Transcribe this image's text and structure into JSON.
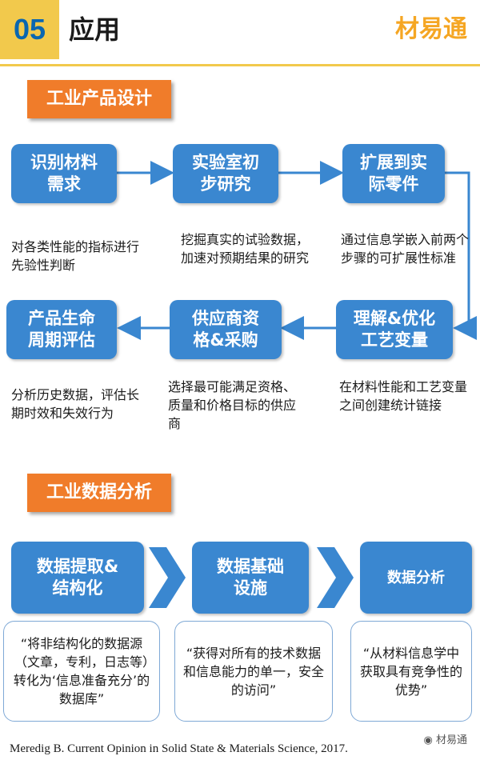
{
  "header": {
    "number": "05",
    "title": "应用",
    "brand": "材易通"
  },
  "sections": {
    "product_design": "工业产品设计",
    "data_analysis": "工业数据分析"
  },
  "steps": [
    {
      "line1": "识别材料",
      "line2": "需求",
      "desc": "对各类性能的指标进行先验性判断"
    },
    {
      "line1": "实验室初",
      "line2": "步研究",
      "desc": "挖掘真实的试验数据，加速对预期结果的研究"
    },
    {
      "line1": "扩展到实",
      "line2": "际零件",
      "desc": "通过信息学嵌入前两个步骤的可扩展性标准"
    },
    {
      "line1": "理解&优化",
      "line2": "工艺变量",
      "desc": "在材料性能和工艺变量之间创建统计链接"
    },
    {
      "line1": "供应商资",
      "line2": "格&采购",
      "desc": "选择最可能满足资格、质量和价格目标的供应商"
    },
    {
      "line1": "产品生命",
      "line2": "周期评估",
      "desc": "分析历史数据，评估长期时效和失效行为"
    }
  ],
  "pipeline": [
    {
      "line1": "数据提取&",
      "line2": "结构化",
      "quote": "“将非结构化的数据源（文章，专利，日志等）转化为‘信息准备充分’的数据库”"
    },
    {
      "line1": "数据基础",
      "line2": "设施",
      "quote": "“获得对所有的技术数据和信息能力的单一，安全的访问”"
    },
    {
      "line1": "数据分析",
      "line2": "",
      "quote": "“从材料信息学中获取具有竞争性的优势”"
    }
  ],
  "citation": "Meredig B. Current Opinion in Solid State & Materials Science, 2017.",
  "watermark": "材易通",
  "colors": {
    "accent_yellow": "#f2c94c",
    "number_blue": "#0a66b0",
    "box_blue": "#3a87d0",
    "section_orange": "#f07c2a",
    "brand_orange": "#f5a623"
  }
}
